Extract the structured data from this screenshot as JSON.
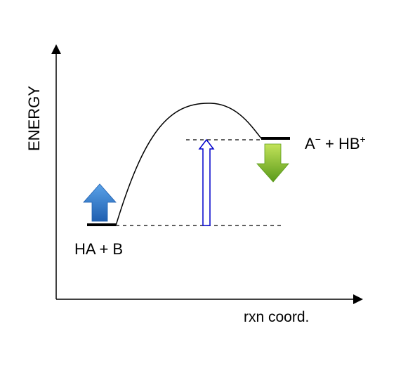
{
  "axes": {
    "y_label": "ENERGY",
    "x_label": "rxn coord."
  },
  "states": {
    "reactant_label": "HA + B",
    "product_label_main": "A",
    "product_label_sup1": "−",
    "product_label_mid": " + HB",
    "product_label_sup2": "+"
  },
  "colors": {
    "axis": "#000000",
    "curve": "#000000",
    "level": "#000000",
    "dashed": "#000000",
    "up_arrow_top": "#5aa2e8",
    "up_arrow_bottom": "#1f5fb0",
    "down_arrow_top": "#b5dc4e",
    "down_arrow_bottom": "#5a9a1a",
    "hollow_arrow_stroke": "#0000cc"
  }
}
